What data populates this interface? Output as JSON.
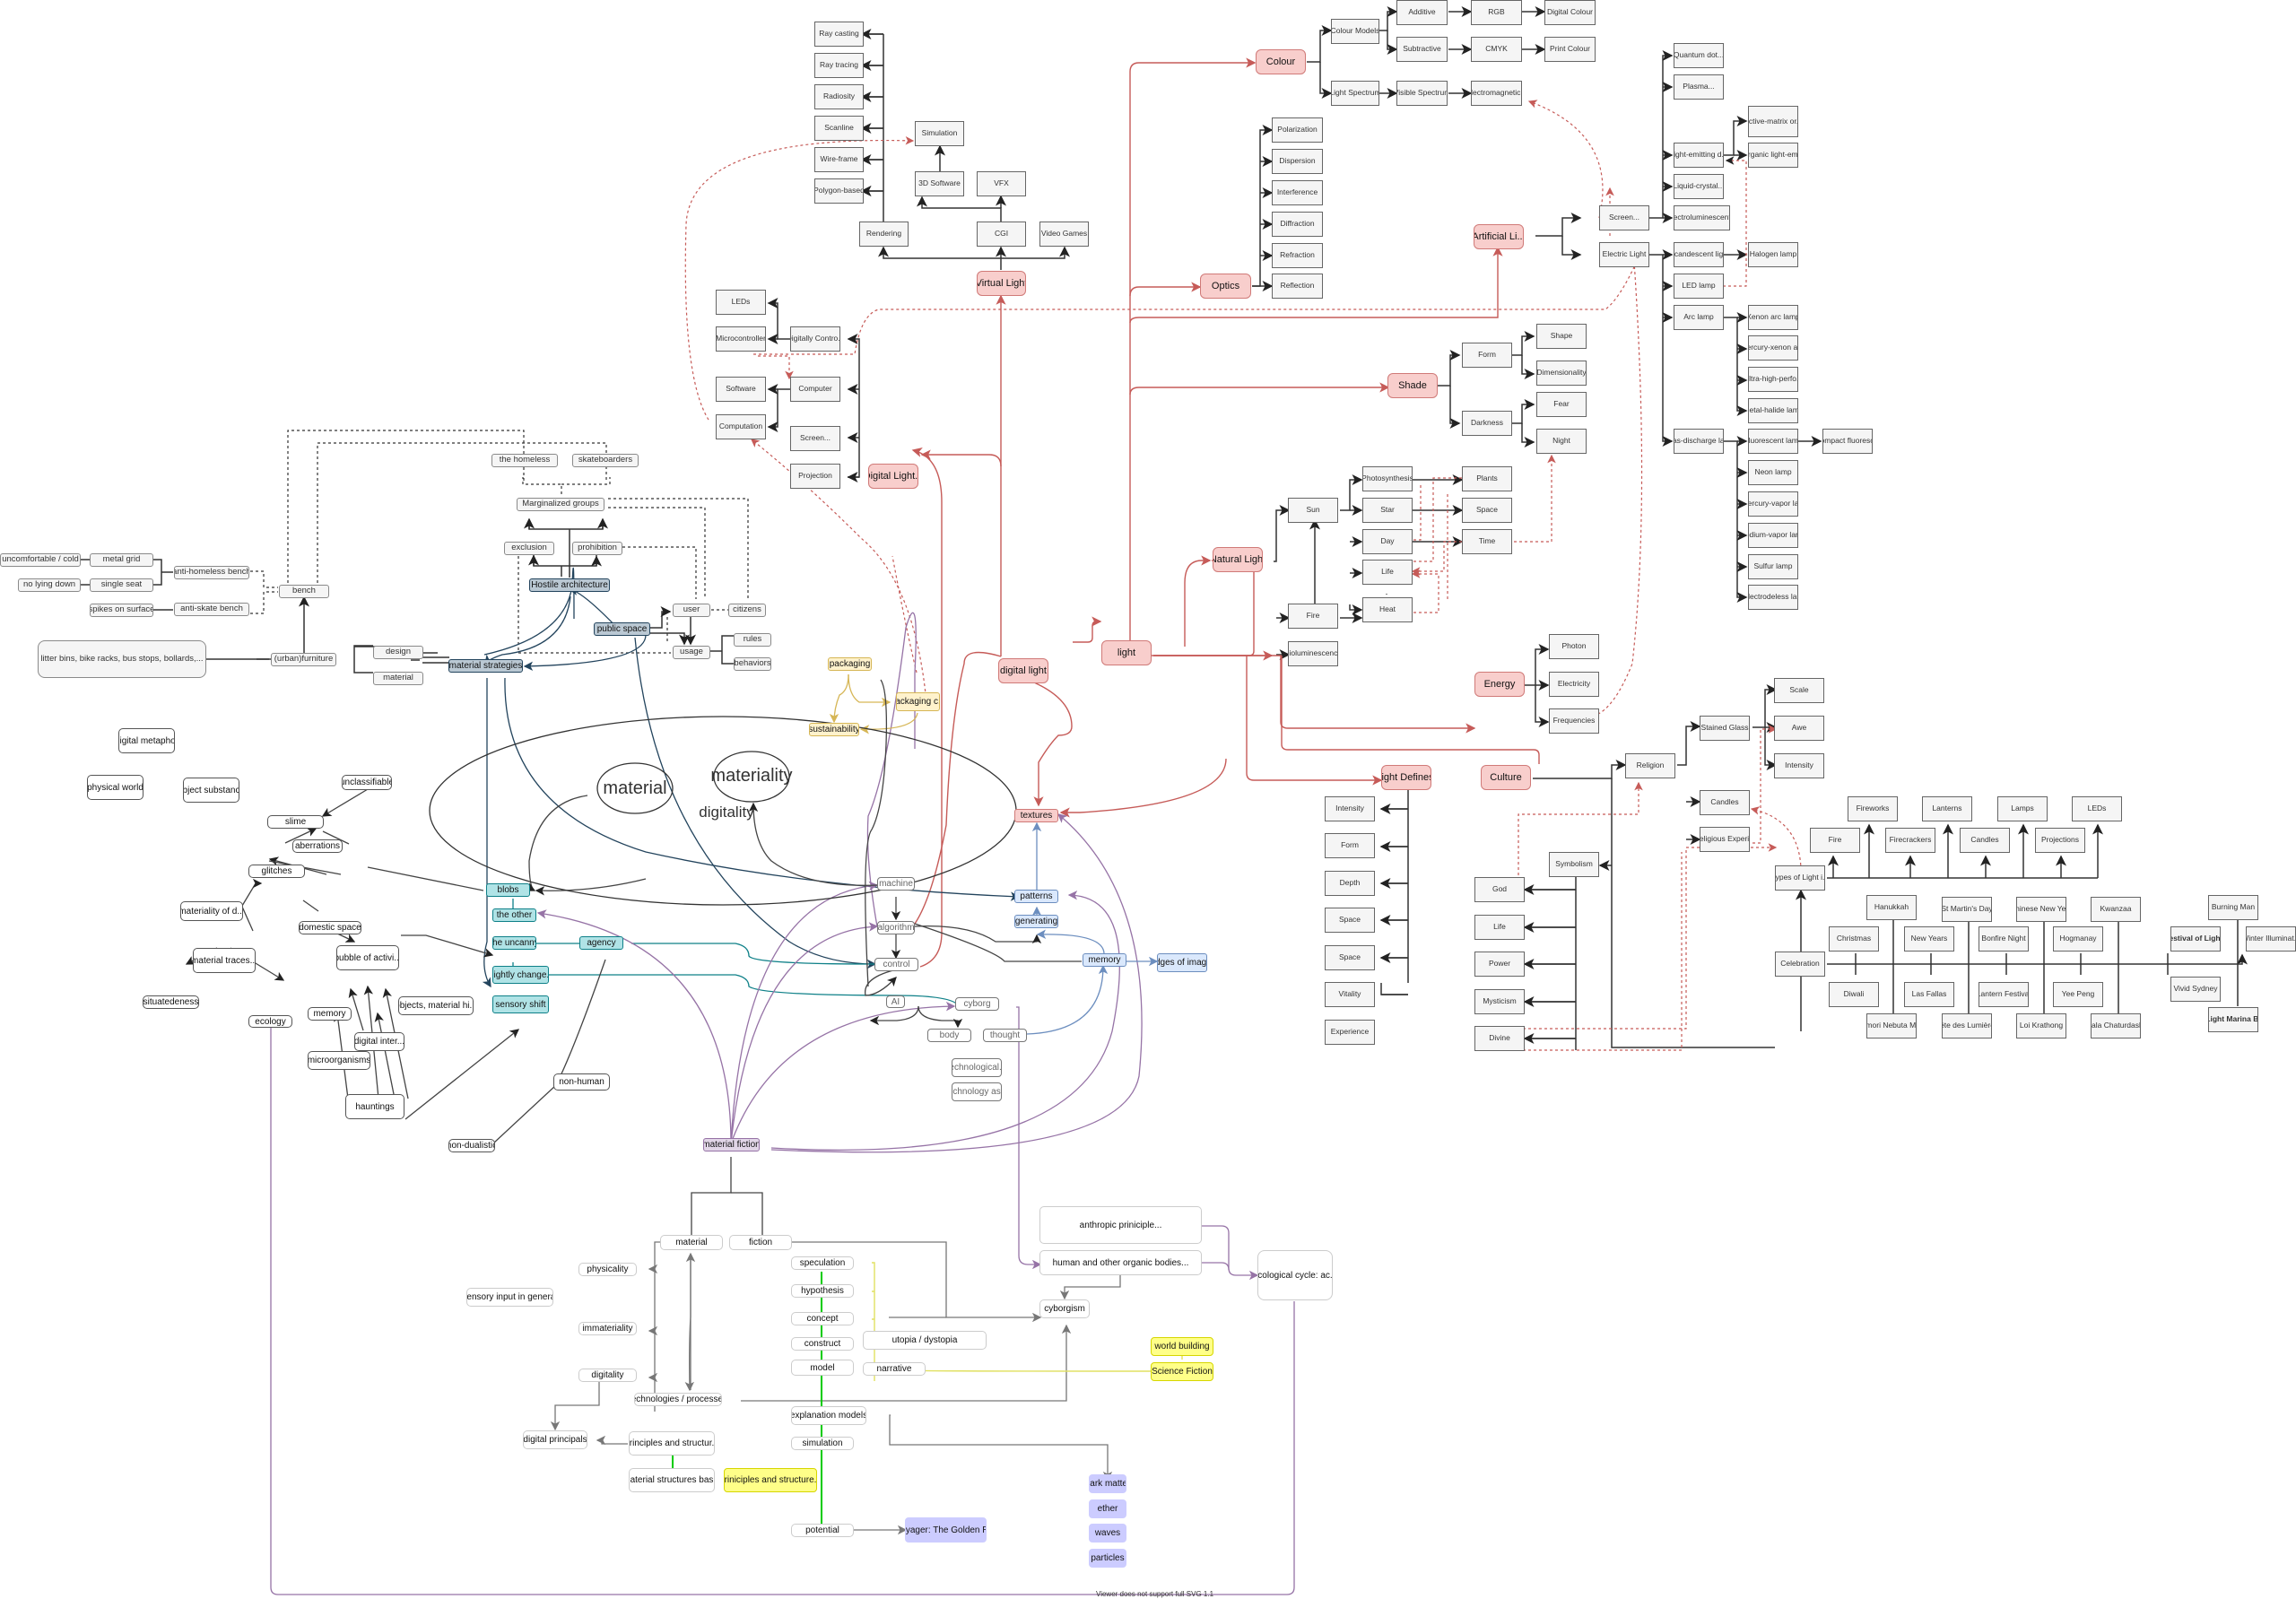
{
  "colors": {
    "red_accent": "#d07a78",
    "red_fill": "#f8cecc",
    "blue_accent": "#23445d",
    "cyan_accent": "#0e8088",
    "purple_accent": "#9673a6",
    "yellow_accent": "#d6b656",
    "lightblue_accent": "#6c8ebf",
    "green_accent": "#00cc00"
  },
  "nodes": {
    "ray_casting": "Ray casting",
    "ray_tracing": "Ray tracing",
    "radiosity": "Radiosity",
    "scanline": "Scanline",
    "wire_frame": "Wire-frame",
    "polygon_based": "Polygon-based",
    "simulation_box": "Simulation",
    "software_3d": "3D Software",
    "vfx": "VFX",
    "rendering": "Rendering",
    "cgi": "CGI",
    "video_games": "Video Games",
    "virtual_light": "Virtual Light",
    "colour": "Colour",
    "colour_models": "Colour Models",
    "additive": "Additive",
    "rgb": "RGB",
    "digital_colour": "Digital Colour",
    "subtractive": "Subtractive",
    "cmyk": "CMYK",
    "print_colour": "Print Colour",
    "light_spectrum": "Light Spectrum",
    "visible_spectrum": "Visible Spectrum",
    "electromagnetic": "Electromagnetic...",
    "optics": "Optics",
    "polarization": "Polarization",
    "dispersion": "Dispersion",
    "interference": "Interference",
    "diffraction": "Diffraction",
    "refraction": "Refraction",
    "reflection": "Reflection",
    "quantum_dot": "Quantum dot...",
    "plasma": "Plasma...",
    "light_emitting": "Light-emitting d...",
    "active_matrix": "Active-matrix or...",
    "organic_light": "Organic light-em...",
    "liquid_crystal": "Liquid-crystal...",
    "electroluminescent": "Electroluminescent...",
    "screen_al": "Screen...",
    "artificial_light": "Artificial Li...",
    "electric_light": "Electric Light",
    "incandescent": "Incandescent lig...",
    "halogen": "Halogen lamp",
    "led_lamp": "LED lamp",
    "arc_lamp": "Arc lamp",
    "xenon": "Xenon arc lamp",
    "mercury_xenon": "Mercury-xenon ar...",
    "ultra_high": "Ultra-high-perfo...",
    "metal_halide": "Metal-halide lamp",
    "gas_discharge": "Gas-discharge la...",
    "fluorescent": "Fluorescent lamp",
    "compact_fluor": "Compact fluoresc...",
    "neon": "Neon lamp",
    "mercury_vapor": "Mercury-vapor la...",
    "sodium_vapor": "Sodium-vapor lamp",
    "sulfur": "Sulfur lamp",
    "electrodeless": "Electrodeless la...",
    "shade": "Shade",
    "form_s": "Form",
    "shape": "Shape",
    "dimensionality": "Dimensionality",
    "darkness": "Darkness",
    "fear": "Fear",
    "night": "Night",
    "natural_light": "Natural Light",
    "sun": "Sun",
    "photosynthesis": "Photosynthesis",
    "plants": "Plants",
    "star": "Star",
    "space_n": "Space",
    "day": "Day",
    "time": "Time",
    "life_n": "Life",
    "heat": "Heat",
    "fire_n": "Fire",
    "bioluminescence": "Bioluminescence",
    "light": "light",
    "energy": "Energy",
    "photon": "Photon",
    "electricity": "Electricity",
    "frequencies": "Frequencies",
    "light_defines": "Light Defines:",
    "ld_intensity": "Intensity",
    "ld_form": "Form",
    "ld_depth": "Depth",
    "ld_space1": "Space",
    "ld_space2": "Space",
    "ld_vitality": "Vitality",
    "ld_experience": "Experience",
    "culture": "Culture",
    "religion": "Religion",
    "stained_glass": "Stained Glass",
    "scale": "Scale",
    "awe": "Awe",
    "intensity_r": "Intensity",
    "candles_r": "Candles",
    "religious_exp": "Religious Experi...",
    "symbolism": "Symbolism",
    "god": "God",
    "life_c": "Life",
    "power": "Power",
    "mysticism": "Mysticism",
    "divine": "Divine",
    "types_of_light": "Types of Light i...",
    "fire_t": "Fire",
    "fireworks": "Fireworks",
    "firecrackers": "Firecrackers",
    "lanterns": "Lanterns",
    "candles_t": "Candles",
    "lamps": "Lamps",
    "projections": "Projections",
    "leds_t": "LEDs",
    "celebration": "Celebration",
    "christmas": "Christmas",
    "diwali": "Diwali",
    "hanukkah": "Hanukkah",
    "aomori": "Aomori Nebuta Ma...",
    "new_years": "New Years",
    "las_fallas": "Las Fallas",
    "st_martins": "St Martin's Day",
    "fete_lumieres": "Fête des Lumières",
    "bonfire_night": "Bonfire Night",
    "lantern_festival": "Lantern Festival",
    "chinese_new_year": "Chinese New Year",
    "loi_krathong": "Loi Krathong",
    "hogmanay": "Hogmanay",
    "yee_peng": "Yee Peng",
    "kwanzaa": "Kwanzaa",
    "bala_chaturdashi": "Bala Chaturdashi",
    "festival_of_light": "Festival of Ligh...",
    "vivid_sydney": "Vivid Sydney",
    "burning_man": "Burning Man",
    "light_marina": "i Light Marina B...",
    "winter_illum": "Winter Illuminat...",
    "leds_d": "LEDs",
    "microcontroller": "Microcontroller",
    "digitally_contro": "Digitally Contro...",
    "software": "Software",
    "computer": "Computer",
    "computation": "Computation",
    "screen_d": "Screen...",
    "projection": "Projection",
    "digital_light_cap": "Digital Light...",
    "digital_light": "digital light",
    "the_homeless": "the homeless",
    "skateboarders": "skateboarders",
    "marginalized": "Marginalized groups",
    "exclusion": "exclusion",
    "prohibition": "prohibition",
    "hostile_arch": "Hostile architecture",
    "public_space": "public space",
    "user": "user",
    "citizens": "citizens",
    "usage": "usage",
    "rules": "rules",
    "behaviors": "behaviors",
    "material_strategies": "material strategies",
    "design": "design",
    "material_u": "material",
    "urban_furniture": "(urban)furniture",
    "litter_bins": "litter bins, bike racks, bus stops, bollards,...",
    "bench": "bench",
    "anti_homeless": "anti-homeless bench",
    "anti_skate": "anti-skate bench",
    "metal_grid": "metal grid",
    "single_seat": "single seat",
    "spikes": "spikes on surface",
    "uncomfortable": "uncomfortable / cold",
    "no_lying": "no lying down",
    "digital_metaphor": "digital metaphor",
    "physical_world": "physical world",
    "object_substance": "object substance",
    "unclassifiable": "unclassifiable",
    "slime": "slime",
    "aberrations": "aberrations",
    "glitches": "glitches",
    "materiality_of_d": "materiality of d...",
    "material_traces": "material traces...",
    "situatedeness": "situatedeness",
    "ecology": "ecology",
    "domestic_space": "domestic space",
    "bubble": "bubble of activi...",
    "memory_h": "memory",
    "digital_inter": "digital inter...",
    "objects_material": "objects, material hi...",
    "microorganisms": "microorganisms",
    "hauntings": "hauntings",
    "non_human": "non-human",
    "non_dualistic": "non-dualistic",
    "ellipse_digitality": "digitality",
    "ellipse_material": "material",
    "ellipse_materiality": "materiality",
    "blobs": "blobs",
    "the_other": "the other",
    "the_uncanny": "the uncanny",
    "agency": "agency",
    "slightly_change": "slightly change...",
    "sensory_shift": "sensory shift",
    "packaging": "packaging",
    "packaging_c": "packaging c...",
    "sustainability": "sustainability",
    "machine": "machine",
    "algorithm": "algorithm",
    "control": "control",
    "ai": "AI",
    "cyborg": "cyborg",
    "body": "body",
    "thought": "thought",
    "technological": "technological...",
    "technology_as": "technology as...",
    "textures": "textures",
    "patterns": "patterns",
    "generating": "generating",
    "memory_b": "memory",
    "edges_of_imag": "edges of imag...",
    "material_fiction": "material fiction",
    "material_mf": "material",
    "fiction": "fiction",
    "physicality": "physicality",
    "immateriality": "immateriality",
    "digitality_mf": "digitality",
    "sensory_input": "sensory input in general",
    "digital_principals": "digital principals",
    "principles_structur": "principles and structur...",
    "material_structures": "material structures bas...",
    "priniciples_structure": "priniciples and structure...",
    "technologies_processes": "technologies / processes",
    "speculation": "speculation",
    "hypothesis": "hypothesis",
    "concept": "concept",
    "construct": "construct",
    "model": "model",
    "explanation_models": "explanation models",
    "simulation_f": "simulation",
    "potential": "potential",
    "utopia": "utopia / dystopia",
    "narrative": "narrative",
    "voyager": "Voyager: The Golden R...",
    "dark_matter": "dark matter",
    "ether": "ether",
    "waves": "waves",
    "particles": "particles",
    "world_building": "world building",
    "science_fiction": "Science Fiction",
    "anthropic": "anthropic priniciple...",
    "human_organic": "human and other organic bodies...",
    "cyborgism": "cyborgism",
    "ecological_cycle": "ecological cycle: ac..."
  },
  "footer": "Viewer does not support full SVG 1.1"
}
